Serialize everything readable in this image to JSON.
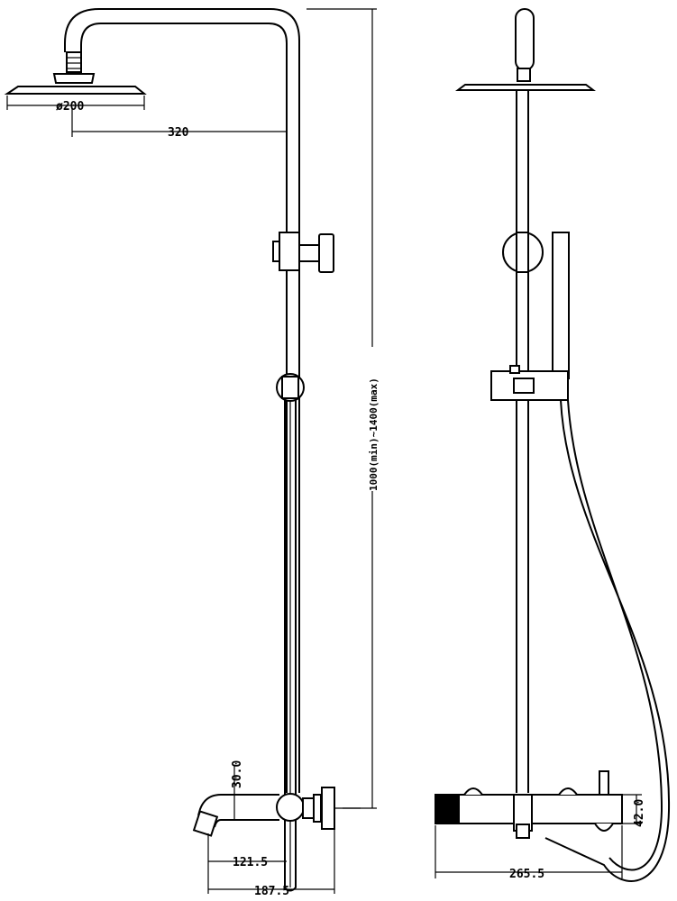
{
  "drawing": {
    "title_views": [
      "side-view",
      "front-view"
    ],
    "dimensions": {
      "head_diameter": "ø200",
      "arm_reach": "320",
      "height_range": "1000(min)~1400(max)",
      "spout_height": "30.0",
      "spout_reach": "121.5",
      "total_depth": "187.5",
      "mixer_width": "265.5",
      "mixer_height": "42.0"
    },
    "colors": {
      "line": "#000000",
      "background": "#ffffff"
    }
  }
}
